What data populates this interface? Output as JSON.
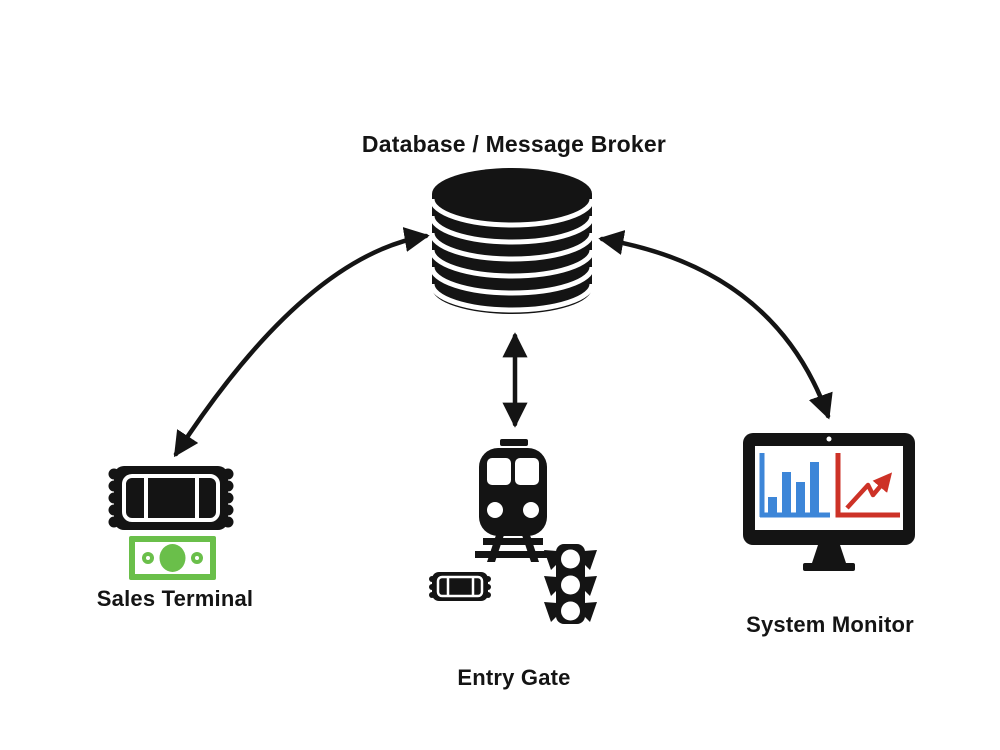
{
  "colors": {
    "ink": "#141414",
    "money_green": "#6abf4a",
    "chart_blue": "#3d86d8",
    "chart_red": "#cd3227",
    "background": "#ffffff"
  },
  "nodes": {
    "broker": {
      "label": "Database / Message Broker",
      "icon": "database-icon"
    },
    "sales_terminal": {
      "label": "Sales Terminal",
      "icons": [
        "ticket-icon",
        "money-bill-icon"
      ]
    },
    "entry_gate": {
      "label": "Entry Gate",
      "icons": [
        "train-icon",
        "ticket-icon",
        "traffic-light-icon"
      ]
    },
    "system_monitor": {
      "label": "System Monitor",
      "icons": [
        "monitor-icon",
        "bar-chart-icon",
        "line-chart-icon"
      ]
    }
  },
  "connections": [
    {
      "from": "sales_terminal",
      "to": "broker",
      "style": "curved-double-headed-arrow"
    },
    {
      "from": "entry_gate",
      "to": "broker",
      "style": "straight-double-headed-arrow"
    },
    {
      "from": "system_monitor",
      "to": "broker",
      "style": "curved-double-headed-arrow"
    }
  ],
  "monitor_screen": {
    "bar_chart_relative_heights": [
      1,
      2.6,
      2.0,
      3.2
    ],
    "line_chart_trend": "up-zigzag"
  }
}
